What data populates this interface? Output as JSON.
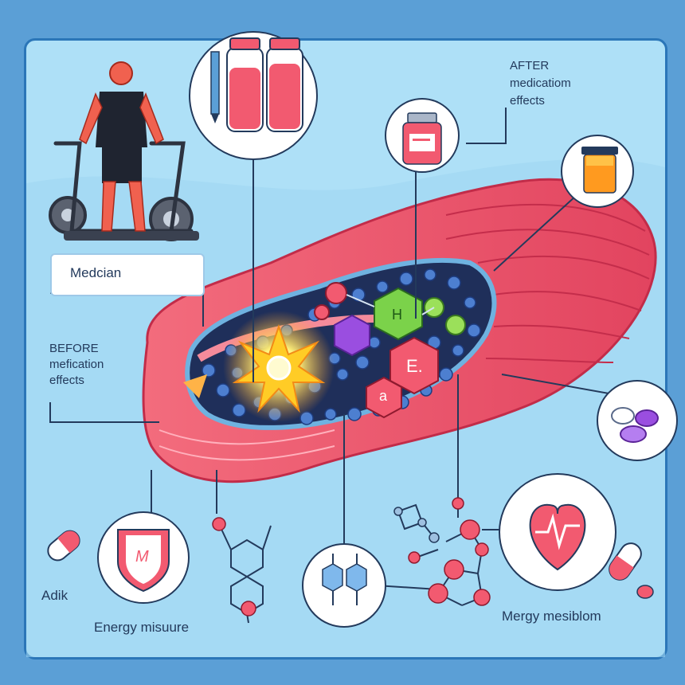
{
  "labels": {
    "medcian": "Medcian",
    "before_line1": "BEFORE",
    "before_line2": "mefication",
    "before_line3": "effects",
    "after_line1": "AFTER",
    "after_line2": "medicatiom",
    "after_line3": "effects",
    "hex_h": "H",
    "hex_e": "E.",
    "hex_a": "a",
    "shield_text": "M",
    "adik": "Adik",
    "energy": "Energy misuure",
    "mergy": "Mergy mesiblom"
  },
  "colors": {
    "frame": "#5b9fd6",
    "panel": "#aee0f7",
    "muscle": "#f25a70",
    "muscle_dark": "#d93a55",
    "mito_blue": "#2f64b5",
    "flash": "#ffd23a",
    "accent_purple": "#9a4ee0",
    "accent_green": "#7bd24a"
  },
  "icons": [
    "exercise-bike-icon",
    "athlete-icon",
    "vials-icon",
    "pencil-icon",
    "medicine-bottle-icon",
    "jar-icon",
    "pills-icon",
    "shield-icon",
    "heart-pulse-icon",
    "capsule-icon",
    "molecule-icon",
    "dna-icon"
  ]
}
